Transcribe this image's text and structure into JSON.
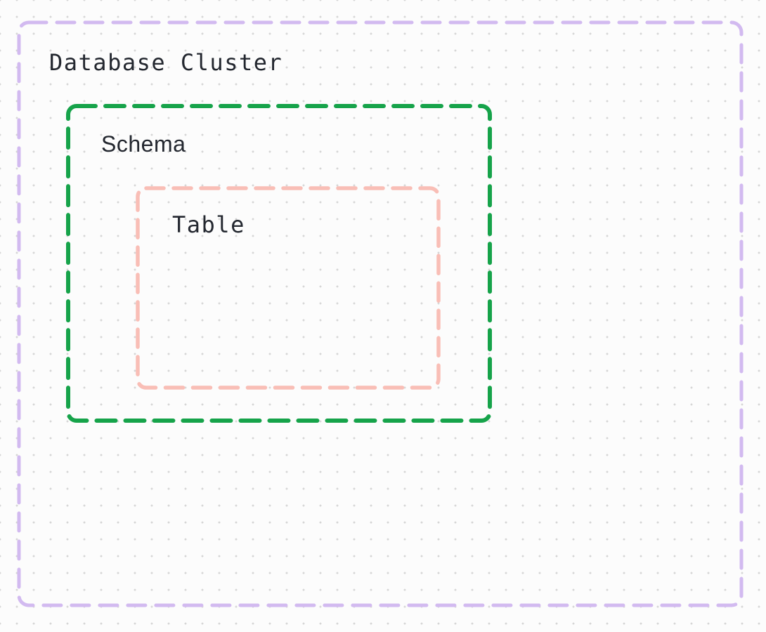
{
  "diagram": {
    "background": {
      "canvas_color": "#fcfcfc",
      "dot_color": "#d6d6d6"
    },
    "text_color": "#23272f",
    "boxes": [
      {
        "id": "database-cluster",
        "label": "Database Cluster",
        "border_color": "#d2baf0"
      },
      {
        "id": "schema",
        "label": "Schema",
        "border_color": "#16a34a"
      },
      {
        "id": "table",
        "label": "Table",
        "border_color": "#f9beb6"
      }
    ]
  }
}
